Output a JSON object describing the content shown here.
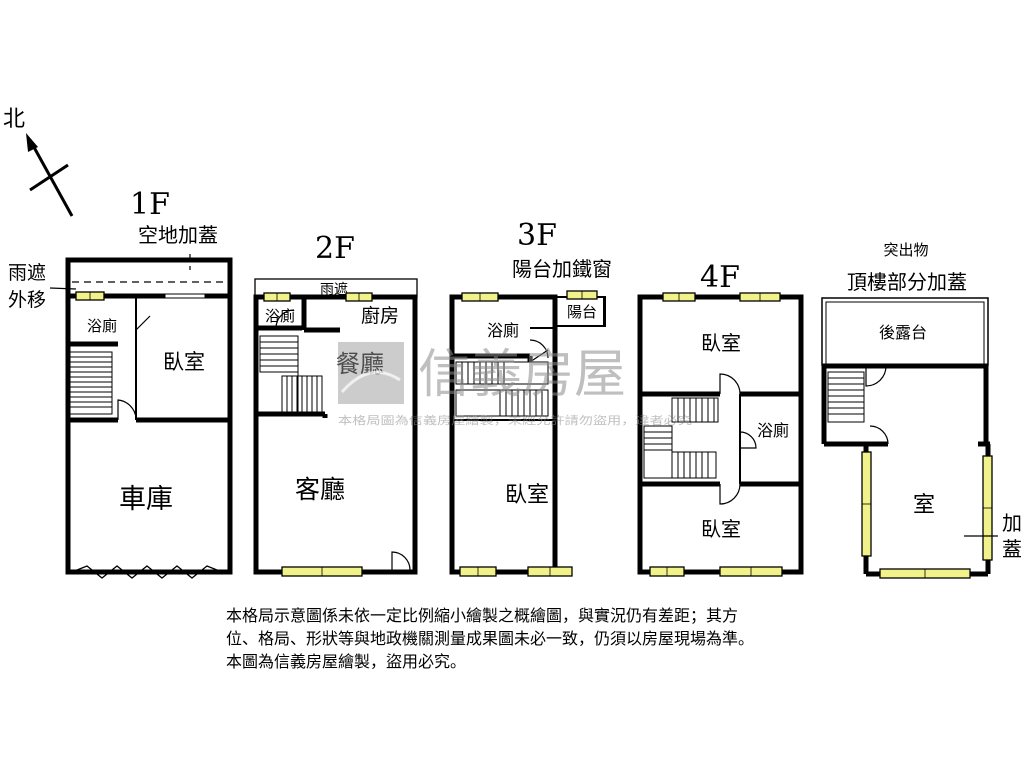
{
  "compass": {
    "north_label": "北"
  },
  "floors": {
    "f1": {
      "title": "1F",
      "subtitle": "空地加蓋",
      "side_note_top": "雨遮",
      "side_note_bottom": "外移",
      "rooms": {
        "bath": "浴廁",
        "bedroom": "臥室",
        "garage": "車庫"
      }
    },
    "f2": {
      "title": "2F",
      "awning": "雨遮",
      "rooms": {
        "bath": "浴廁",
        "kitchen": "廚房",
        "dining": "餐廳",
        "living": "客廳"
      }
    },
    "f3": {
      "title": "3F",
      "subtitle": "陽台加鐵窗",
      "rooms": {
        "bath": "浴廁",
        "balcony": "陽台",
        "bedroom": "臥室"
      }
    },
    "f4": {
      "title": "4F",
      "rooms": {
        "bedroom_top": "臥室",
        "bath": "浴廁",
        "bedroom_bottom": "臥室"
      }
    },
    "roof": {
      "note": "突出物",
      "subtitle": "頂樓部分加蓋",
      "rooms": {
        "rear_balcony": "後露台",
        "room": "室"
      },
      "side_note_top": "加",
      "side_note_bottom": "蓋"
    }
  },
  "watermark": {
    "brand": "信義房屋",
    "line": "本格局圖為信義房屋繪製，未經允許請勿盜用，違者必究"
  },
  "notes": "本格局示意圖係未依一定比例縮小繪製之概繪圖，與實況仍有差距；其方\n位、格局、形狀等與地政機關測量成果圖未必一致，仍須以房屋現場為準。\n本圖為信義房屋繪製，盜用必究。",
  "colors": {
    "window_fill": "#f2f28a",
    "wall": "#000000",
    "watermark": "#8c8c8c"
  }
}
